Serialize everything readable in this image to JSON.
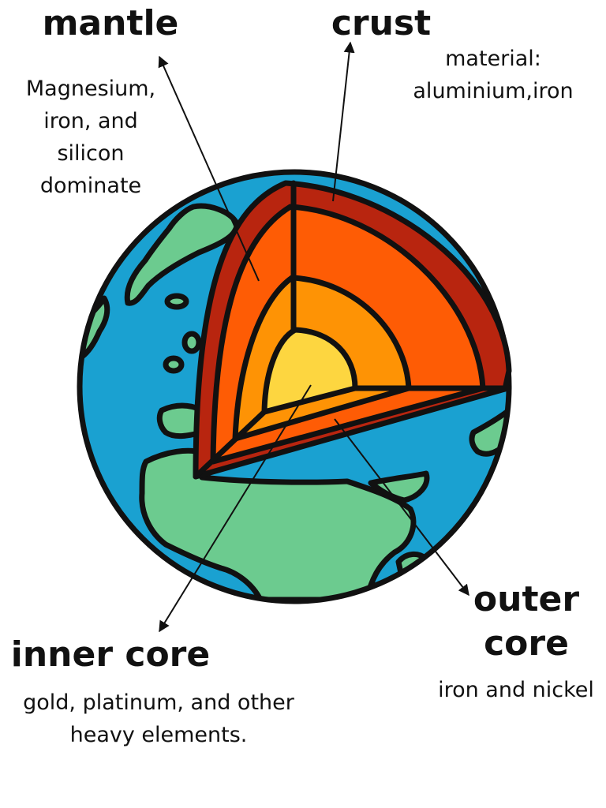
{
  "labels": {
    "mantle": {
      "title": "mantle",
      "desc_lines": [
        "Magnesium,",
        "iron, and",
        "silicon",
        "dominate"
      ]
    },
    "crust": {
      "title": "crust",
      "desc_lines": [
        "material:",
        "aluminium,iron"
      ]
    },
    "inner_core": {
      "title": "inner core",
      "desc_lines": [
        "gold, platinum, and other",
        "heavy elements."
      ]
    },
    "outer_core": {
      "title_lines": [
        "outer",
        "core"
      ],
      "desc_lines": [
        "iron and nickel"
      ]
    }
  },
  "colors": {
    "ocean": "#1aa1d1",
    "land": "#6ccb8f",
    "crust": "#b8250f",
    "mantle": "#fe5c05",
    "outer_core": "#fe9305",
    "inner_core": "#fdd640",
    "outline": "#111111"
  }
}
